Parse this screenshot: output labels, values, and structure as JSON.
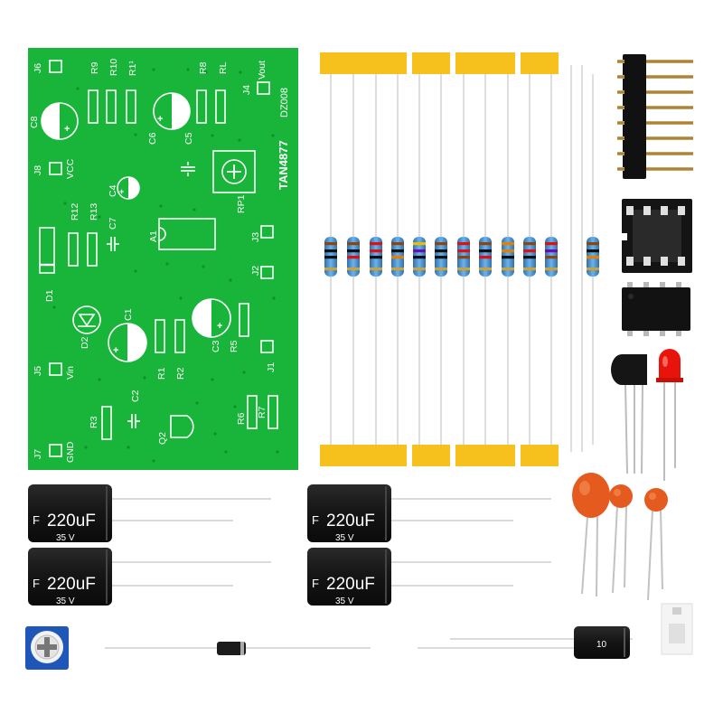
{
  "colors": {
    "pcb": "#19b53a",
    "pcb_dark": "#109a2c",
    "silkscreen": "#ffffff",
    "capacitor_body": "#1c1c1c",
    "tape": "#f7c11d",
    "ceramic_cap": "#e55a1e",
    "led": "#e8140c",
    "trimmer": "#1f57b8"
  },
  "pcb": {
    "board_label": "TAN4877",
    "board_code": "DZ008",
    "labels": [
      {
        "id": "j6",
        "text": "J6"
      },
      {
        "id": "r9",
        "text": "R9"
      },
      {
        "id": "r10",
        "text": "R10"
      },
      {
        "id": "r11",
        "text": "R1¹"
      },
      {
        "id": "r8",
        "text": "R8"
      },
      {
        "id": "rl",
        "text": "RL"
      },
      {
        "id": "vout",
        "text": "Vout"
      },
      {
        "id": "j4",
        "text": "J4"
      },
      {
        "id": "c8",
        "text": "C8"
      },
      {
        "id": "c6",
        "text": "C6"
      },
      {
        "id": "c5",
        "text": "C5"
      },
      {
        "id": "j8",
        "text": "J8"
      },
      {
        "id": "vcc",
        "text": "VCC"
      },
      {
        "id": "c4",
        "text": "C4"
      },
      {
        "id": "rp1",
        "text": "RP1"
      },
      {
        "id": "r12",
        "text": "R12"
      },
      {
        "id": "r13",
        "text": "R13"
      },
      {
        "id": "c7",
        "text": "C7"
      },
      {
        "id": "a1",
        "text": "A1"
      },
      {
        "id": "j3",
        "text": "J3"
      },
      {
        "id": "d1",
        "text": "D1"
      },
      {
        "id": "j2",
        "text": "J2"
      },
      {
        "id": "c1",
        "text": "C1"
      },
      {
        "id": "d2",
        "text": "D2"
      },
      {
        "id": "c3",
        "text": "C3"
      },
      {
        "id": "r5",
        "text": "R5"
      },
      {
        "id": "j5",
        "text": "J5"
      },
      {
        "id": "vin",
        "text": "Vin"
      },
      {
        "id": "r1",
        "text": "R1"
      },
      {
        "id": "r2",
        "text": "R2"
      },
      {
        "id": "j1",
        "text": "J1"
      },
      {
        "id": "c2",
        "text": "C2"
      },
      {
        "id": "r3",
        "text": "R3"
      },
      {
        "id": "r6",
        "text": "R6"
      },
      {
        "id": "r7",
        "text": "R7"
      },
      {
        "id": "q2",
        "text": "Q2"
      },
      {
        "id": "j7",
        "text": "J7"
      },
      {
        "id": "gnd",
        "text": "GND"
      }
    ]
  },
  "capacitors_large": [
    {
      "value": "220uF",
      "voltage": "35 V",
      "prefix": "F"
    },
    {
      "value": "220uF",
      "voltage": "35 V",
      "prefix": "F"
    },
    {
      "value": "220uF",
      "voltage": "35 V",
      "prefix": "F"
    },
    {
      "value": "220uF",
      "voltage": "35 V",
      "prefix": "F"
    }
  ],
  "capacitor_small": {
    "value": "10"
  },
  "resistor_count": 12,
  "header_pin_count": 8
}
